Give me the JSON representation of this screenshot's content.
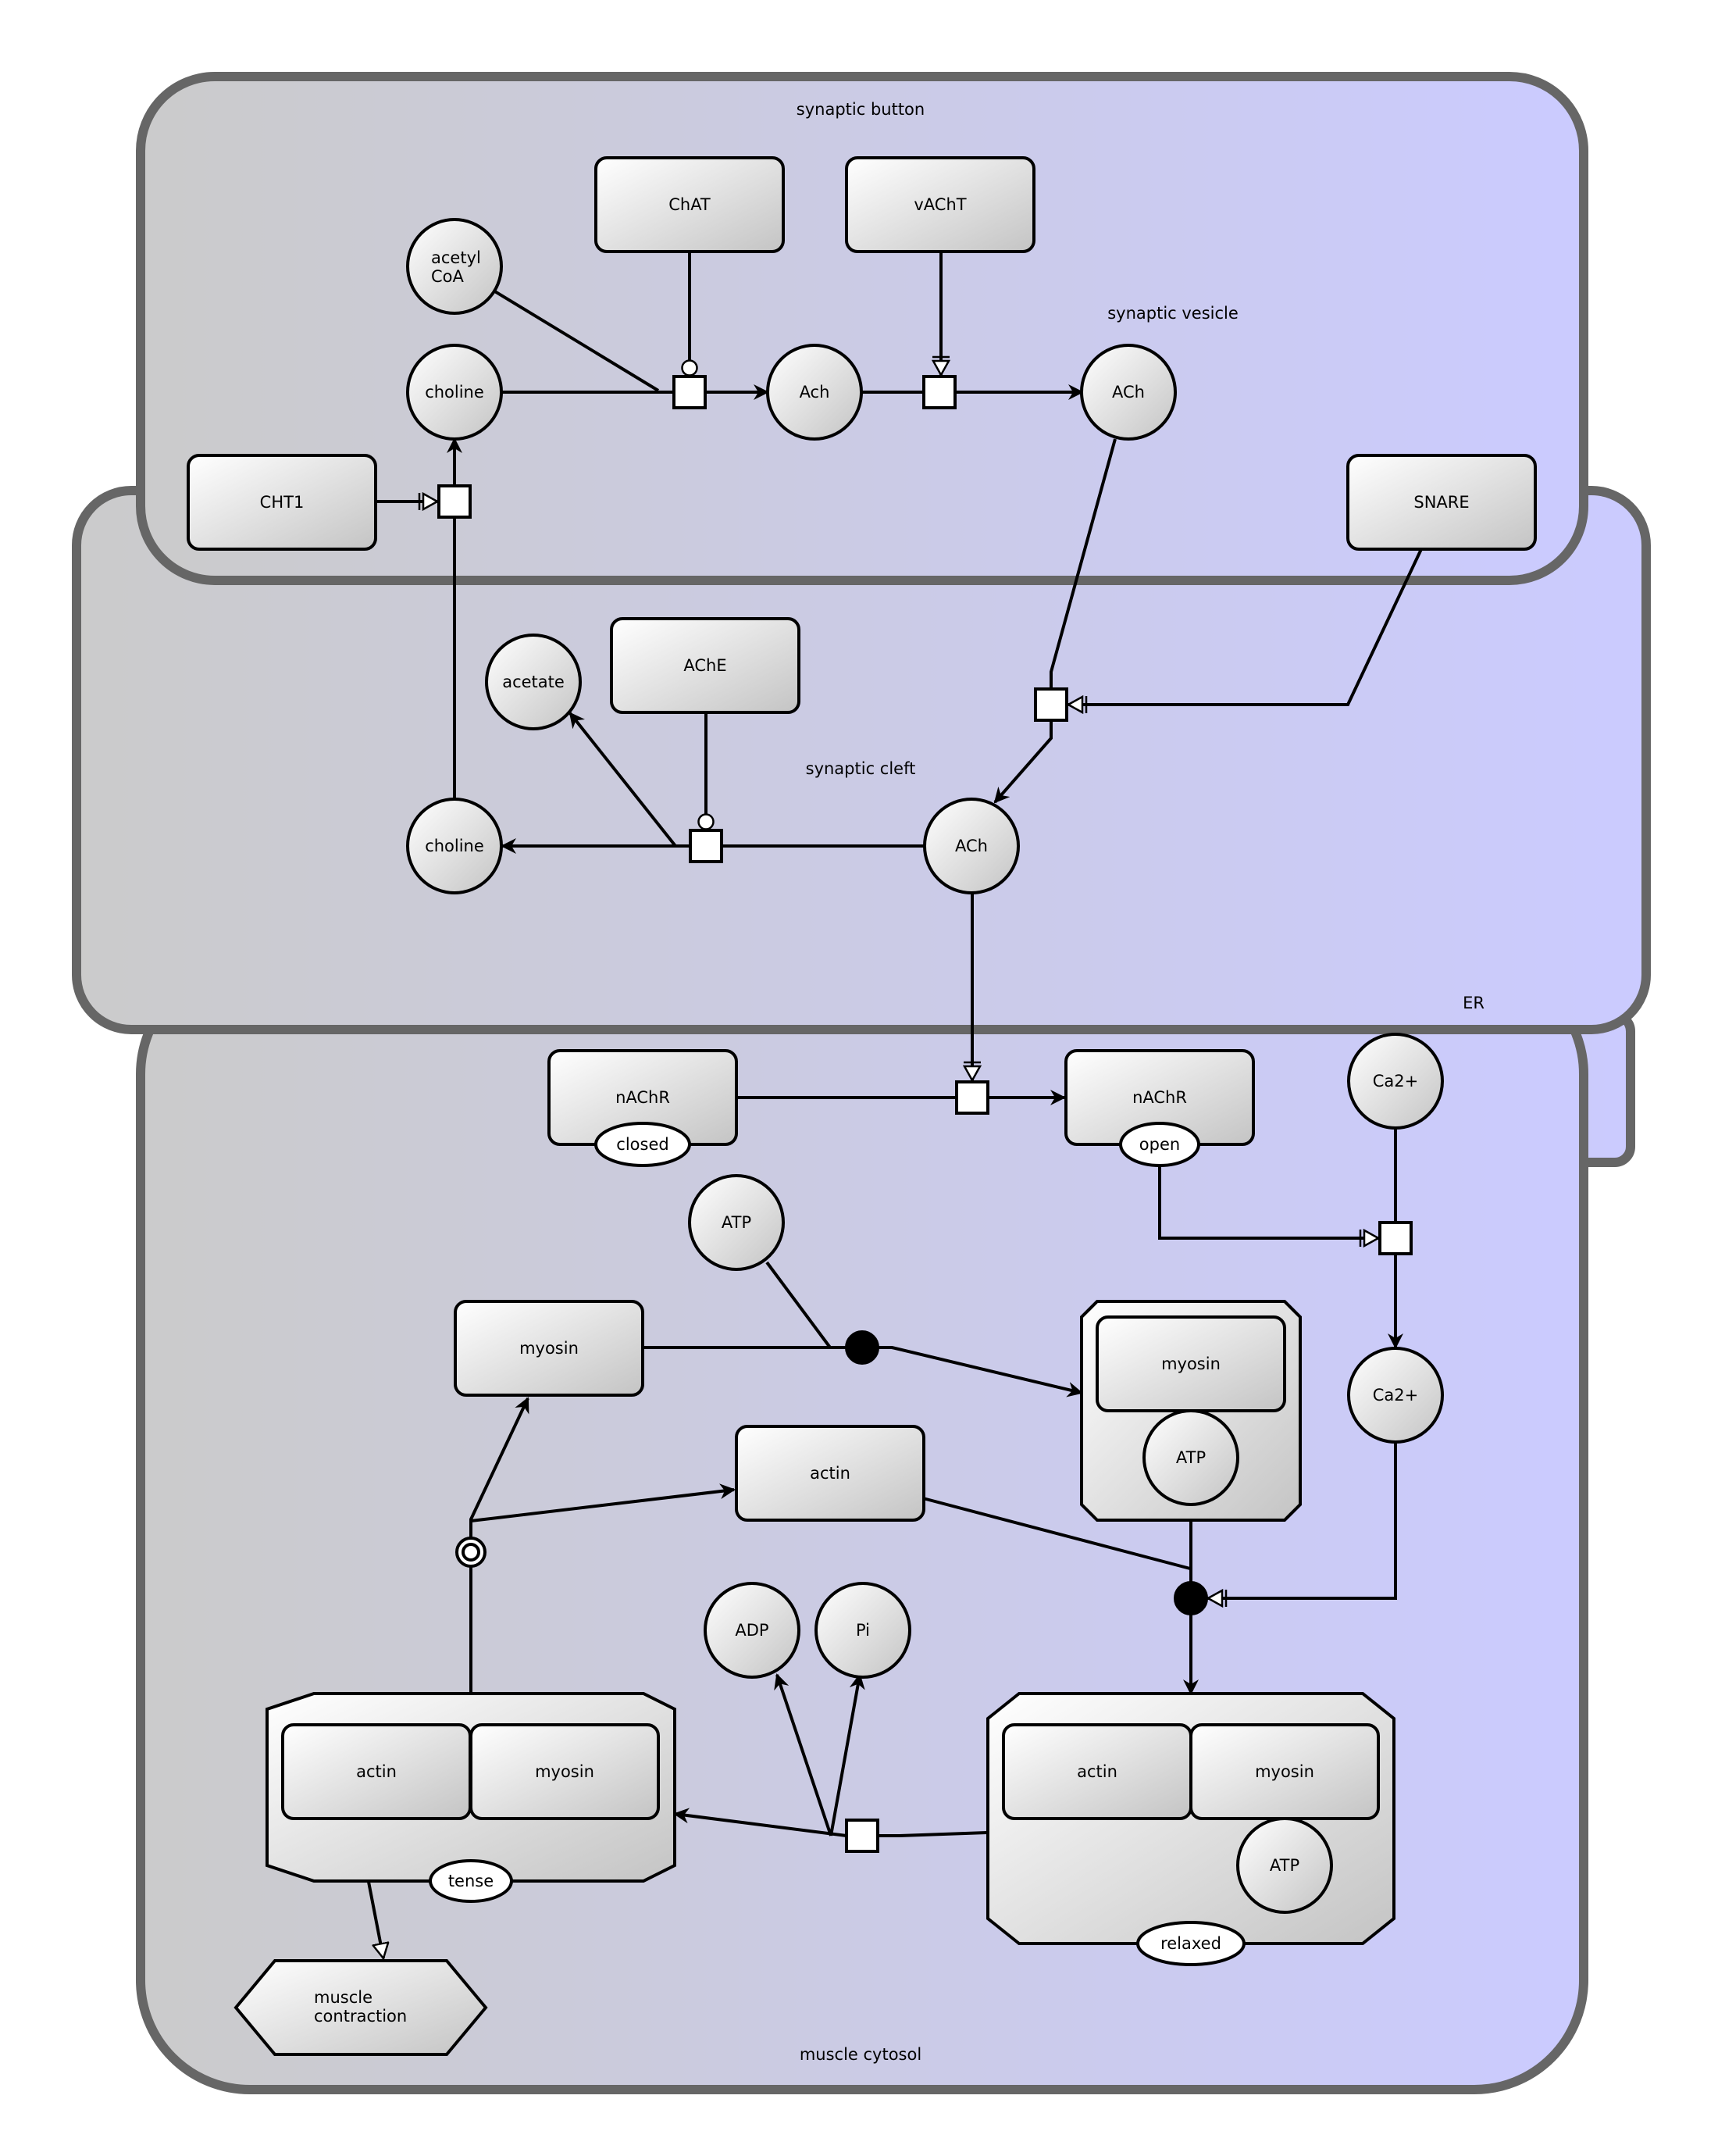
{
  "diagram": {
    "compartments": {
      "synaptic_button": "synaptic button",
      "synaptic_vesicle": "synaptic vesicle",
      "synaptic_cleft": "synaptic cleft",
      "er": "ER",
      "muscle_cytosol": "muscle cytosol"
    },
    "nodes": {
      "chat": "ChAT",
      "vacht": "vAChT",
      "acetyl_coa_line1": "acetyl",
      "acetyl_coa_line2": "CoA",
      "choline_top": "choline",
      "ach_button": "Ach",
      "ach_vesicle": "ACh",
      "cht1": "CHT1",
      "snare": "SNARE",
      "acetate": "acetate",
      "ache": "AChE",
      "choline_cleft": "choline",
      "ach_cleft": "ACh",
      "nachr_closed": "nAChR",
      "nachr_closed_state": "closed",
      "nachr_open": "nAChR",
      "nachr_open_state": "open",
      "ca_top": "Ca2+",
      "atp_free": "ATP",
      "myosin_free": "myosin",
      "myosin_complex_myosin": "myosin",
      "myosin_complex_atp": "ATP",
      "ca_bottom": "Ca2+",
      "actin_free": "actin",
      "adp": "ADP",
      "pi": "Pi",
      "tense_actin": "actin",
      "tense_myosin": "myosin",
      "tense_state": "tense",
      "relaxed_actin": "actin",
      "relaxed_myosin": "myosin",
      "relaxed_atp": "ATP",
      "relaxed_state": "relaxed",
      "muscle_contraction_line1": "muscle",
      "muscle_contraction_line2": "contraction"
    },
    "colors": {
      "compartment_fill_start": "#cbcbcb",
      "compartment_fill_end": "#cbcbff",
      "compartment_border": "#666666",
      "node_fill_start": "#ffffff",
      "node_fill_end": "#c8c8c8",
      "line": "#000000"
    }
  }
}
